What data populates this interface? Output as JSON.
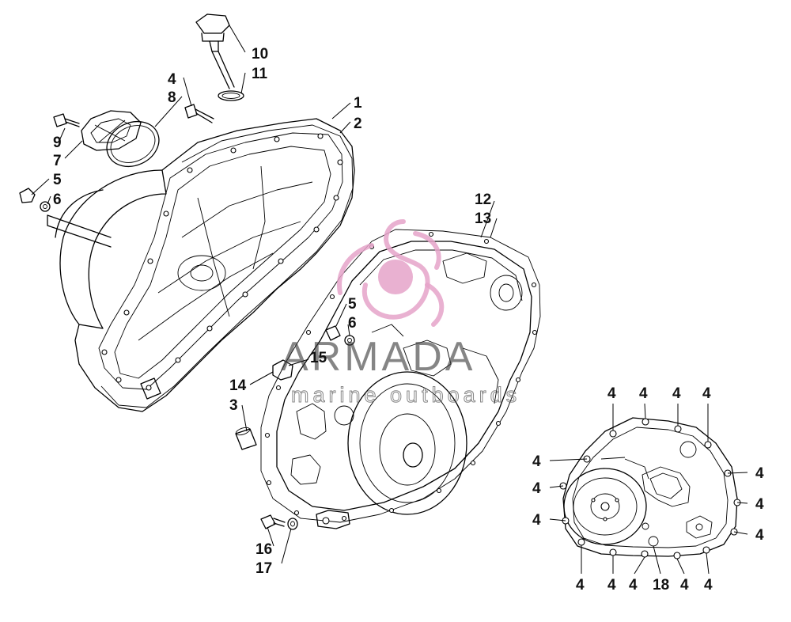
{
  "watermark": {
    "brand": "ARMADA",
    "tagline": "marine outboards",
    "logo_color": "#e5a3c9",
    "brand_color": "#3a3a3a"
  },
  "callouts": {
    "c1": "1",
    "c2": "2",
    "c3": "3",
    "c4": "4",
    "c5": "5",
    "c6": "6",
    "c7": "7",
    "c8": "8",
    "c9": "9",
    "c10": "10",
    "c11": "11",
    "c12": "12",
    "c13": "13",
    "c14": "14",
    "c15": "15",
    "c16": "16",
    "c17": "17",
    "c18": "18"
  }
}
